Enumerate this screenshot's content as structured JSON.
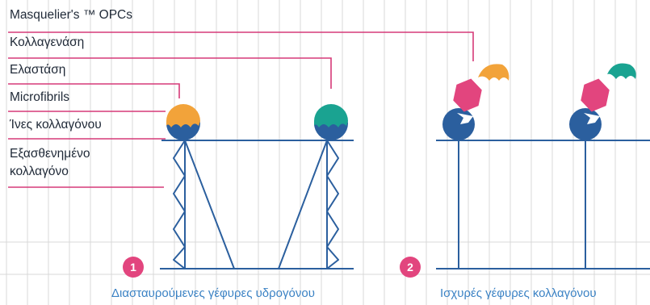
{
  "legend": {
    "opcs": "Masquelier's ™ OPCs",
    "collagenase": "Κολλαγενάση",
    "elastase": "Ελαστάση",
    "microfibrils": "Microfibrils",
    "collagen_fibers": "Ίνες κολλαγόνου",
    "weakened_collagen_line1": "Εξασθενημένο",
    "weakened_collagen_line2": "κολλαγόνο"
  },
  "panels": [
    {
      "number": "1",
      "caption": "Διασταυρούμενες  γέφυρες  υδρογόνου"
    },
    {
      "number": "2",
      "caption": "Ισχυρές γέφυρες κολλαγόνου"
    }
  ],
  "colors": {
    "grid": "#d9d9d9",
    "structure": "#2b5f9e",
    "leader": "#d63a78",
    "opc": "#e2457e",
    "elastase": "#f2a33a",
    "collagenase": "#1aa391",
    "caption": "#3b82c4"
  }
}
